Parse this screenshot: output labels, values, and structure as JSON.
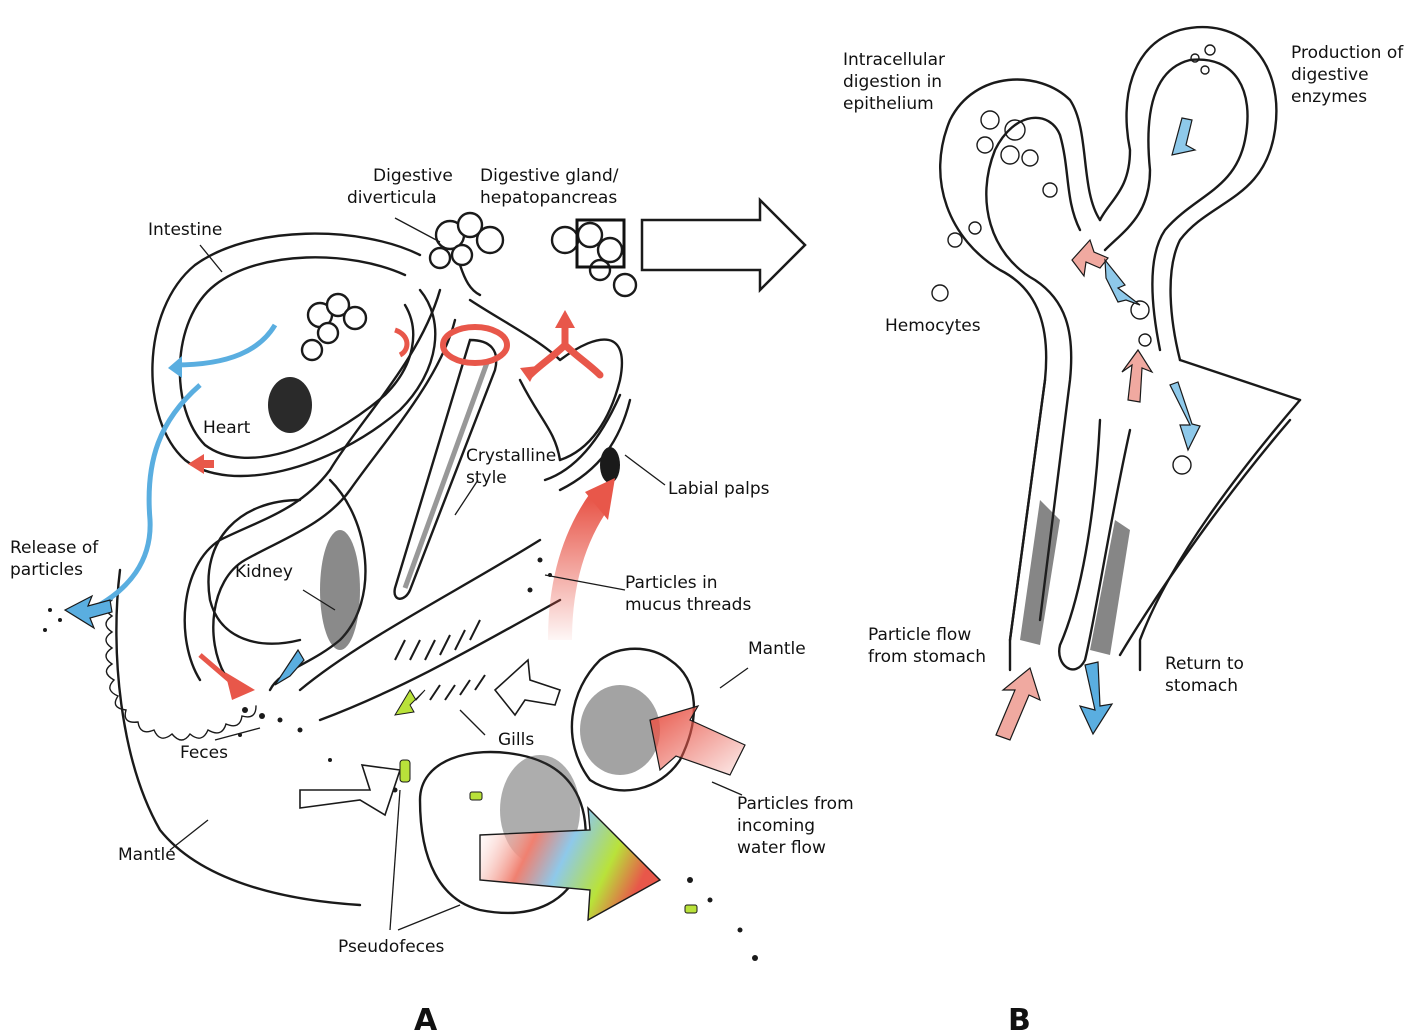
{
  "colors": {
    "red": "#e8574a",
    "blue": "#5aaee0",
    "pink": "#f0a9a0",
    "lightblue": "#8ec9ea",
    "green": "#b9e23a",
    "ink": "#1a1a1a"
  },
  "panel_a": {
    "letter": "A",
    "labels": {
      "intestine": "Intestine",
      "digestive_diverticula_1": "Digestive",
      "digestive_diverticula_2": "diverticula",
      "digestive_gland_1": "Digestive gland/",
      "digestive_gland_2": "hepatopancreas",
      "heart": "Heart",
      "crystalline_style_1": "Crystalline",
      "crystalline_style_2": "style",
      "labial_palps": "Labial palps",
      "release_1": "Release of",
      "release_2": "particles",
      "kidney": "Kidney",
      "particles_mucus_1": "Particles in",
      "particles_mucus_2": "mucus threads",
      "mantle_right": "Mantle",
      "gills": "Gills",
      "feces": "Feces",
      "particles_incoming_1": "Particles from",
      "particles_incoming_2": "incoming",
      "particles_incoming_3": "water flow",
      "mantle_left": "Mantle",
      "pseudofeces": "Pseudofeces"
    }
  },
  "panel_b": {
    "letter": "B",
    "labels": {
      "intracellular_1": "Intracellular",
      "intracellular_2": "digestion in",
      "intracellular_3": "epithelium",
      "production_1": "Production of",
      "production_2": "digestive",
      "production_3": "enzymes",
      "hemocytes": "Hemocytes",
      "particle_flow_1": "Particle flow",
      "particle_flow_2": "from stomach",
      "return_1": "Return to",
      "return_2": "stomach"
    }
  }
}
